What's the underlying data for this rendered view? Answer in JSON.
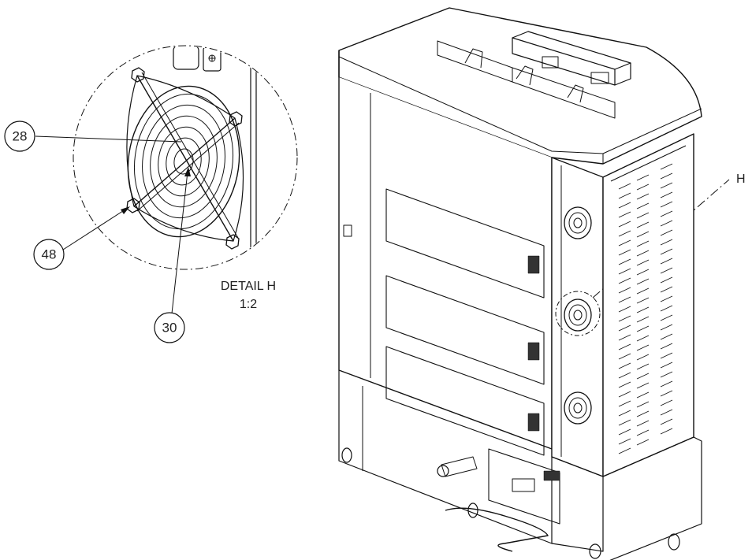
{
  "callouts": {
    "c28": "28",
    "c48": "48",
    "c30": "30"
  },
  "detail": {
    "title": "DETAIL H",
    "scale": "1:2",
    "marker": "H"
  },
  "colors": {
    "line": "#111111",
    "background": "#ffffff"
  }
}
